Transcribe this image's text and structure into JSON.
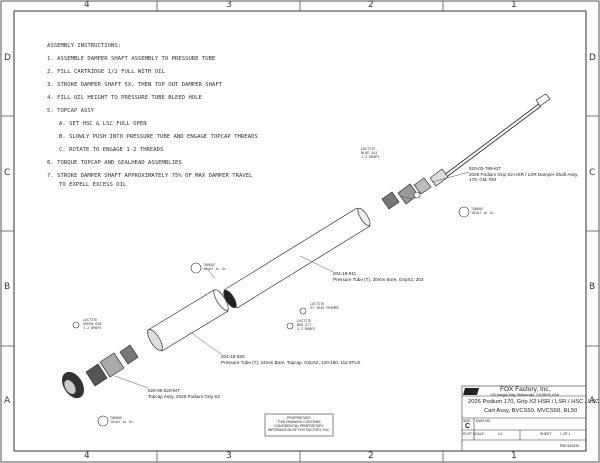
{
  "border": {
    "columns_top": [
      "4",
      "3",
      "2",
      "1"
    ],
    "columns_bottom": [
      "4",
      "3",
      "2",
      "1"
    ],
    "rows_left": [
      "D",
      "C",
      "B",
      "A"
    ],
    "rows_right": [
      "D",
      "C",
      "B",
      "A"
    ]
  },
  "instructions": {
    "title": "ASSEMBLY INSTRUCTIONS:",
    "steps": [
      "1.  ASSEMBLE DAMPER SHAFT ASSEMBLY TO PRESSURE TUBE",
      "2.  FILL CARTRIDGE 1/2 FULL WITH OIL",
      "3.  STROKE DAMPER SHAFT 5X, THEN TOP OUT DAMPER SHAFT",
      "4.  FILL OIL HEIGHT TO PRESSURE TUBE BLEED HOLE",
      "5.  TOPCAP ASSY",
      "A. SET HSC & LSC FULL OPEN",
      "B. SLOWLY PUSH INTO PRESSURE TUBE AND ENGAGE TOPCAP THREADS",
      "C. ROTATE TO ENGAGE 1-2 THREADS",
      "6.  TORQUE TOPCAP AND SEALHEAD ASSEMBLIES",
      "7.  STROKE DAMPER SHAFT APPROXIMATELY 75% OF MAX DAMPER TRAVEL",
      "TO EXPELL EXCESS OIL"
    ]
  },
  "callouts": {
    "shaft": {
      "part": "820-03-789-KIT",
      "line1": "2026 Podium Grip X2 HSR / LSR Damper Shaft Assy,",
      "line2": "170, CM, RM"
    },
    "pressure_tube_20": {
      "part": "204-18-911",
      "line1": "Pressure Tube (T), 20mm Bore, GripX2, 203"
    },
    "pressure_tube_24": {
      "part": "204-18-920",
      "line1": "Pressure Tube (T), 24mm Bore, Topcap, GripX2, 120-180, 112.9TLG"
    },
    "topcap": {
      "part": "820-05-820-KIT",
      "line1": "Topcap Assy, 2026 Podium Grip X2"
    }
  },
  "tags": {
    "loctite_upper": [
      "LOCTITE",
      "BLUE 243",
      "1-2 DROPS"
    ],
    "torque_upper": [
      "TORQUE",
      "10lbf in lb."
    ],
    "torque_mid": [
      "TORQUE",
      "10lbf in lb."
    ],
    "loctite_mid1": [
      "LOCTITE",
      "37 7649 PRIMER"
    ],
    "loctite_mid2": [
      "LOCTITE",
      "RED 277",
      "1-2 DROPS"
    ],
    "loctite_left": [
      "LOCTITE",
      "GREEN 638",
      "1-2 DROPS"
    ],
    "torque_left": [
      "TORQUE",
      "10lbf in lb."
    ]
  },
  "title_block": {
    "company": "FOX Factory, Inc.",
    "address": "130 Hangar Way, Watsonville, CA 95076 USA",
    "title_line1": "2026 Podium 170, Grip X2 HSR / LSR / HSC / LSC",
    "title_line2": "Cart Assy, BVCS50, MVCS50, RL50",
    "size_label": "SIZE",
    "size_value": "C",
    "dwg_label": "DWG NO.",
    "scale_label": "PLOT SCALE",
    "scale_value": "1:1",
    "sheet_label": "SHEET",
    "sheet_value": "1 OF 1",
    "corner_code": "PrtE 60SEM",
    "proprietary_title": "PROPRIETARY",
    "proprietary_text": "THIS DRAWING CONTAINS CONFIDENTIAL PROPRIETARY INFORMATION OF FOX FACTORY, INC."
  }
}
